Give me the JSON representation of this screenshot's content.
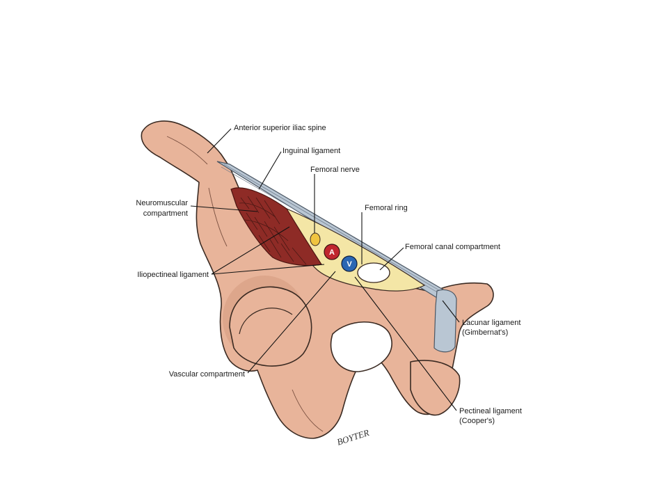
{
  "labels": {
    "asis": "Anterior superior iliac spine",
    "inguinal": "Inguinal ligament",
    "femoral_nerve": "Femoral nerve",
    "neuromuscular_1": "Neuromuscular",
    "neuromuscular_2": "compartment",
    "femoral_ring": "Femoral ring",
    "femoral_canal": "Femoral canal compartment",
    "iliopectineal": "Iliopectineal ligament",
    "lacunar_1": "Lacunar ligament",
    "lacunar_2": "(Gimbernat's)",
    "vascular": "Vascular compartment",
    "pectineal_1": "Pectineal ligament",
    "pectineal_2": "(Cooper's)"
  },
  "vessels": {
    "artery": "A",
    "vein": "V"
  },
  "signature": "BOYTER",
  "colors": {
    "bone": "#e8b49a",
    "ligament": "#b9c6d3",
    "muscle": "#8e2b26",
    "canal": "#f4e6a6",
    "artery": "#c0262f",
    "vein": "#2a66b3"
  }
}
